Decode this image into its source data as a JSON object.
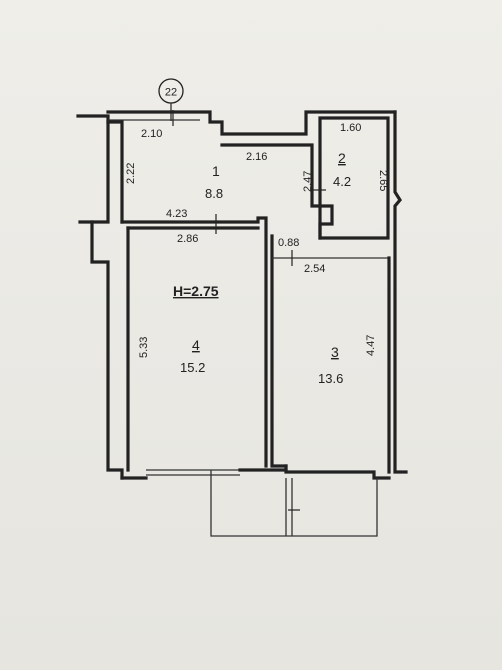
{
  "plan": {
    "unit_marker": "22",
    "height_label": "H=2.75",
    "rooms": [
      {
        "number": "1",
        "area": "8.8"
      },
      {
        "number": "2",
        "area": "4.2"
      },
      {
        "number": "3",
        "area": "13.6"
      },
      {
        "number": "4",
        "area": "15.2"
      }
    ],
    "dimensions": [
      "2.10",
      "2.22",
      "2.16",
      "1.60",
      "2.47",
      "2.65",
      "4.23",
      "2.86",
      "0.88",
      "2.54",
      "5.33",
      "4.47"
    ]
  }
}
